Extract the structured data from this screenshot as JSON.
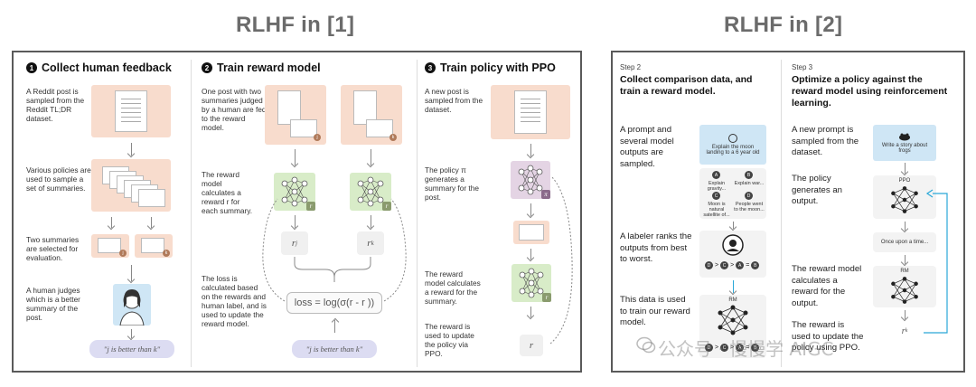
{
  "titles": {
    "left": "RLHF in [1]",
    "right": "RLHF in [2]"
  },
  "left_panel": {
    "step1": {
      "num": "1",
      "title": "Collect human feedback",
      "desc_a": "A Reddit post is sampled from the Reddit TL;DR dataset.",
      "desc_b": "Various policies are used to sample a set of summaries.",
      "desc_c": "Two summaries are selected for evaluation.",
      "desc_d": "A human judges which is a better summary of the post.",
      "quote": "\"j is better than k\"",
      "badge_j": "j",
      "badge_k": "k"
    },
    "step2": {
      "num": "2",
      "title": "Train reward model",
      "desc_a": "One post with two summaries judged by a human are fed to the reward model.",
      "desc_b": "The reward model calculates a reward r for each summary.",
      "desc_c": "The loss is calculated based on the rewards and human label, and is used to update the reward model.",
      "badge_j": "j",
      "badge_k": "k",
      "r_label": "r",
      "rj": "r",
      "rj_sub": "j",
      "rk": "r",
      "rk_sub": "k",
      "loss": "loss = log(σ(r  - r ))",
      "quote": "\"j is better than k\""
    },
    "step3": {
      "num": "3",
      "title": "Train policy with PPO",
      "desc_a": "A new post is sampled from the dataset.",
      "desc_b": "The policy π generates a summary for the post.",
      "desc_c": "The reward model calculates a reward for the summary.",
      "desc_d": "The reward is used to update the policy via PPO.",
      "pi": "π",
      "r_label": "r",
      "r_out": "r"
    }
  },
  "right_panel": {
    "step2": {
      "label": "Step 2",
      "title": "Collect comparison data, and train a reward model.",
      "desc_a": "A prompt and several model outputs are sampled.",
      "desc_b": "A labeler ranks the outputs from best to worst.",
      "desc_c": "This data is used to train our reward model.",
      "prompt": "Explain the moon landing to a 6 year old",
      "opt_a": "A",
      "opt_a_text": "Explain gravity...",
      "opt_b": "B",
      "opt_b_text": "Explain war...",
      "opt_c": "C",
      "opt_c_text": "Moon is natural satellite of...",
      "opt_d": "D",
      "opt_d_text": "People went to the moon...",
      "ranking": [
        "D",
        ">",
        "C",
        ">",
        "A",
        "=",
        "B"
      ],
      "rm": "RM"
    },
    "step3": {
      "label": "Step 3",
      "title": "Optimize a policy against the reward model using reinforcement learning.",
      "desc_a": "A new prompt is sampled from the dataset.",
      "desc_b": "The policy generates an output.",
      "desc_c": "The reward model calculates a reward for the output.",
      "desc_d": "The reward is used to update the policy using PPO.",
      "prompt": "Write a story about frogs",
      "ppo": "PPO",
      "output": "Once upon a time...",
      "rm": "RM",
      "rk": "r",
      "rk_sub": "k"
    }
  },
  "watermark": "公众号 · 慢慢学 AIGC",
  "colors": {
    "peach": "#f8dccd",
    "green": "#d8ecc8",
    "purple": "#e4d4e4",
    "lavender": "#dcdcf2",
    "blue": "#cfe6f5",
    "link_arrow": "#2aa8d8"
  }
}
